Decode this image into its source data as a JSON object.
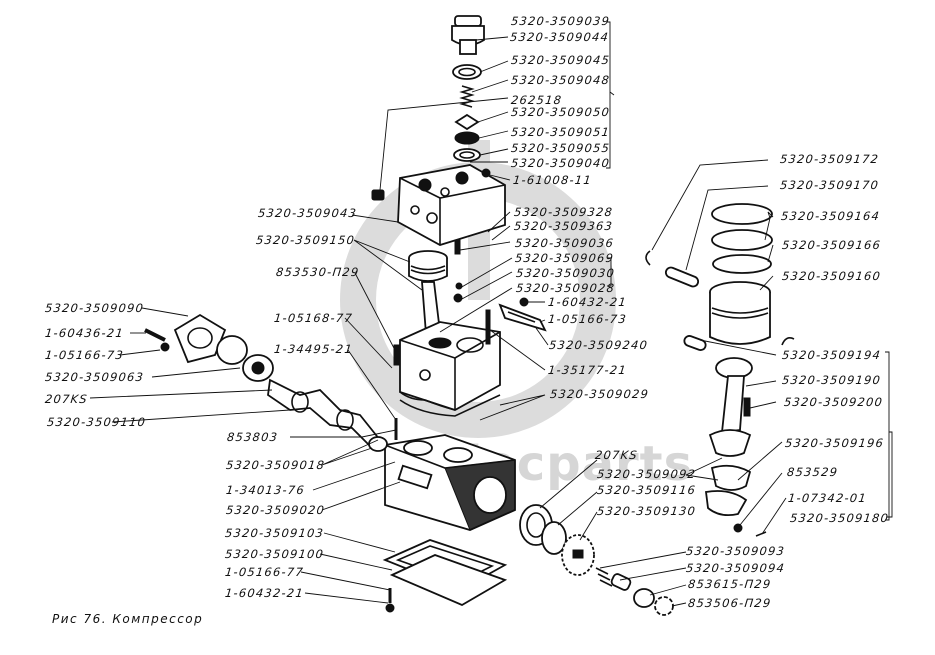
{
  "figure": {
    "caption": "Рис 76. Компрессор",
    "watermark": "dacparts"
  },
  "labels": {
    "head_group": [
      "5320-3509039",
      "5320-3509044",
      "5320-3509045",
      "5320-3509048",
      "262518",
      "5320-3509050",
      "5320-3509051",
      "5320-3509055",
      "5320-3509040",
      "1-61008-11"
    ],
    "cylinder_group": [
      "5320-3509328",
      "5320-3509363",
      "5320-3509036",
      "5320-3509069",
      "5320-3509030",
      "5320-3509028",
      "1-60432-21",
      "1-05166-73",
      "5320-3509240",
      "1-35177-21",
      "5320-3509029"
    ],
    "left_upper": [
      "5320-3509043",
      "5320-3509150",
      "853530-П29",
      "1-05168-77",
      "1-34495-21"
    ],
    "left_crank": [
      "5320-3509090",
      "1-60436-21",
      "1-05166-73",
      "5320-3509063",
      "207KS",
      "5320-3509110"
    ],
    "left_lower": [
      "853803",
      "5320-3509018",
      "1-34013-76",
      "5320-3509020",
      "5320-3509103",
      "5320-3509100",
      "1-05166-77",
      "1-60432-21"
    ],
    "bearing_group": [
      "207KS",
      "5320-3509092",
      "5320-3509116",
      "5320-3509130"
    ],
    "drive_group": [
      "5320-3509093",
      "5320-3509094",
      "853615-П29",
      "853506-П29"
    ],
    "piston_group": [
      "5320-3509172",
      "5320-3509170",
      "5320-3509164",
      "5320-3509166",
      "5320-3509160"
    ],
    "rod_group": [
      "5320-3509194",
      "5320-3509190",
      "5320-3509200",
      "5320-3509196",
      "853529",
      "1-07342-01",
      "5320-3509180"
    ]
  }
}
